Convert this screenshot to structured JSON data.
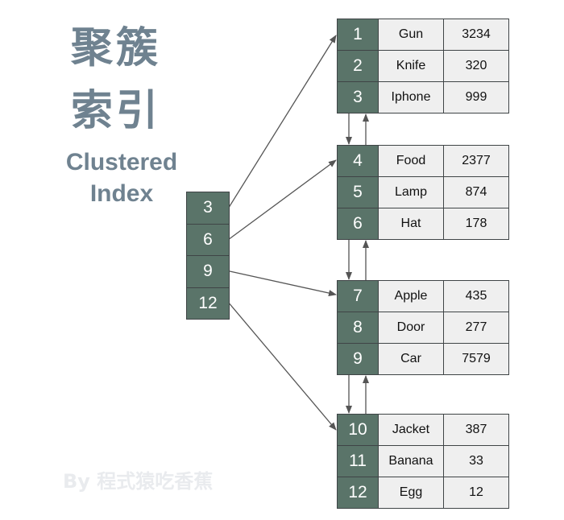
{
  "title": {
    "zh_line1": "聚簇",
    "zh_line2": "索引",
    "en_line1": "Clustered",
    "en_line2": "Index"
  },
  "credit": "By 程式猿吃香蕉",
  "index_keys": [
    "3",
    "6",
    "9",
    "12"
  ],
  "pages": [
    {
      "rows": [
        {
          "id": "1",
          "name": "Gun",
          "value": "3234"
        },
        {
          "id": "2",
          "name": "Knife",
          "value": "320"
        },
        {
          "id": "3",
          "name": "Iphone",
          "value": "999"
        }
      ]
    },
    {
      "rows": [
        {
          "id": "4",
          "name": "Food",
          "value": "2377"
        },
        {
          "id": "5",
          "name": "Lamp",
          "value": "874"
        },
        {
          "id": "6",
          "name": "Hat",
          "value": "178"
        }
      ]
    },
    {
      "rows": [
        {
          "id": "7",
          "name": "Apple",
          "value": "435"
        },
        {
          "id": "8",
          "name": "Door",
          "value": "277"
        },
        {
          "id": "9",
          "name": "Car",
          "value": "7579"
        }
      ]
    },
    {
      "rows": [
        {
          "id": "10",
          "name": "Jacket",
          "value": "387"
        },
        {
          "id": "11",
          "name": "Banana",
          "value": "33"
        },
        {
          "id": "12",
          "name": "Egg",
          "value": "12"
        }
      ]
    }
  ],
  "colors": {
    "key_cell": "#5a7469",
    "value_cell": "#efefef",
    "title": "#6f8290",
    "arrow": "#555555"
  }
}
